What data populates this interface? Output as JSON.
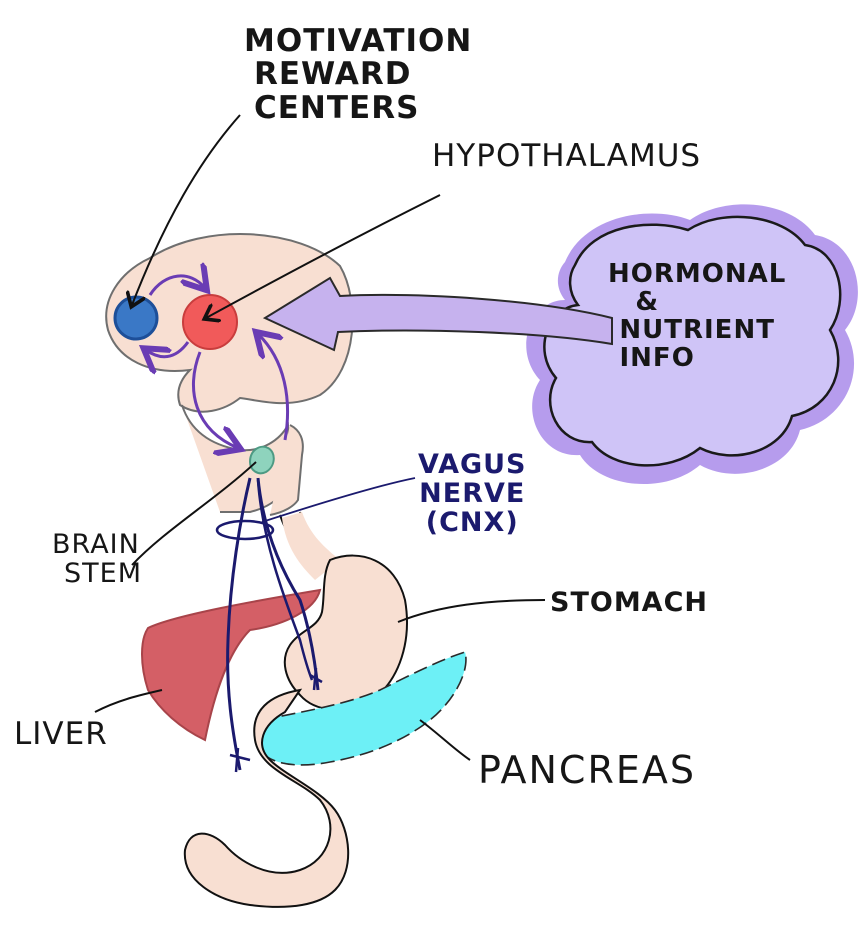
{
  "labels": {
    "motivation": [
      "MOTIVATION",
      "REWARD",
      "CENTERS"
    ],
    "hypothalamus": "HYPOTHALAMUS",
    "hormonal": [
      "HORMONAL",
      "&",
      "NUTRIENT",
      "INFO"
    ],
    "vagus": [
      "VAGUS",
      "NERVE",
      "(CNX)"
    ],
    "brain_stem": [
      "BRAIN",
      "STEM"
    ],
    "stomach": "STOMACH",
    "liver": "LIVER",
    "pancreas": "PANCREAS"
  },
  "colors": {
    "tissue": "#f8dfd2",
    "reward_center": "#3a78c6",
    "hypothalamus": "#f15a5a",
    "brain_stem": "#8ed3bd",
    "liver": "#d45f66",
    "pancreas": "#6df0f6",
    "cloud": "#cfc4f7",
    "cloud_shadow": "#a98bea",
    "arrow": "#c6b2ee",
    "pathway": "#6a3cb4",
    "vagus": "#1b1a6e"
  }
}
